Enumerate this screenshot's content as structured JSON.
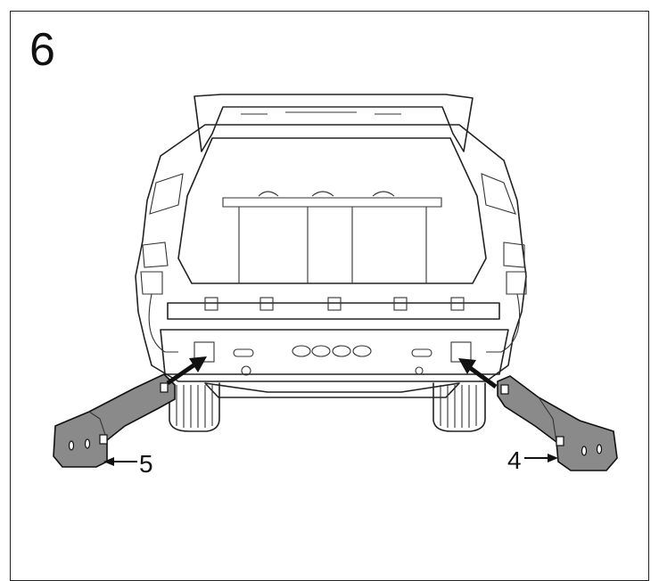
{
  "step": {
    "number": "6"
  },
  "callouts": {
    "left_bracket_label": "5",
    "right_bracket_label": "4"
  },
  "colors": {
    "bracket_fill": "#8a8a8a",
    "outline": "#222222",
    "background": "#ffffff"
  }
}
